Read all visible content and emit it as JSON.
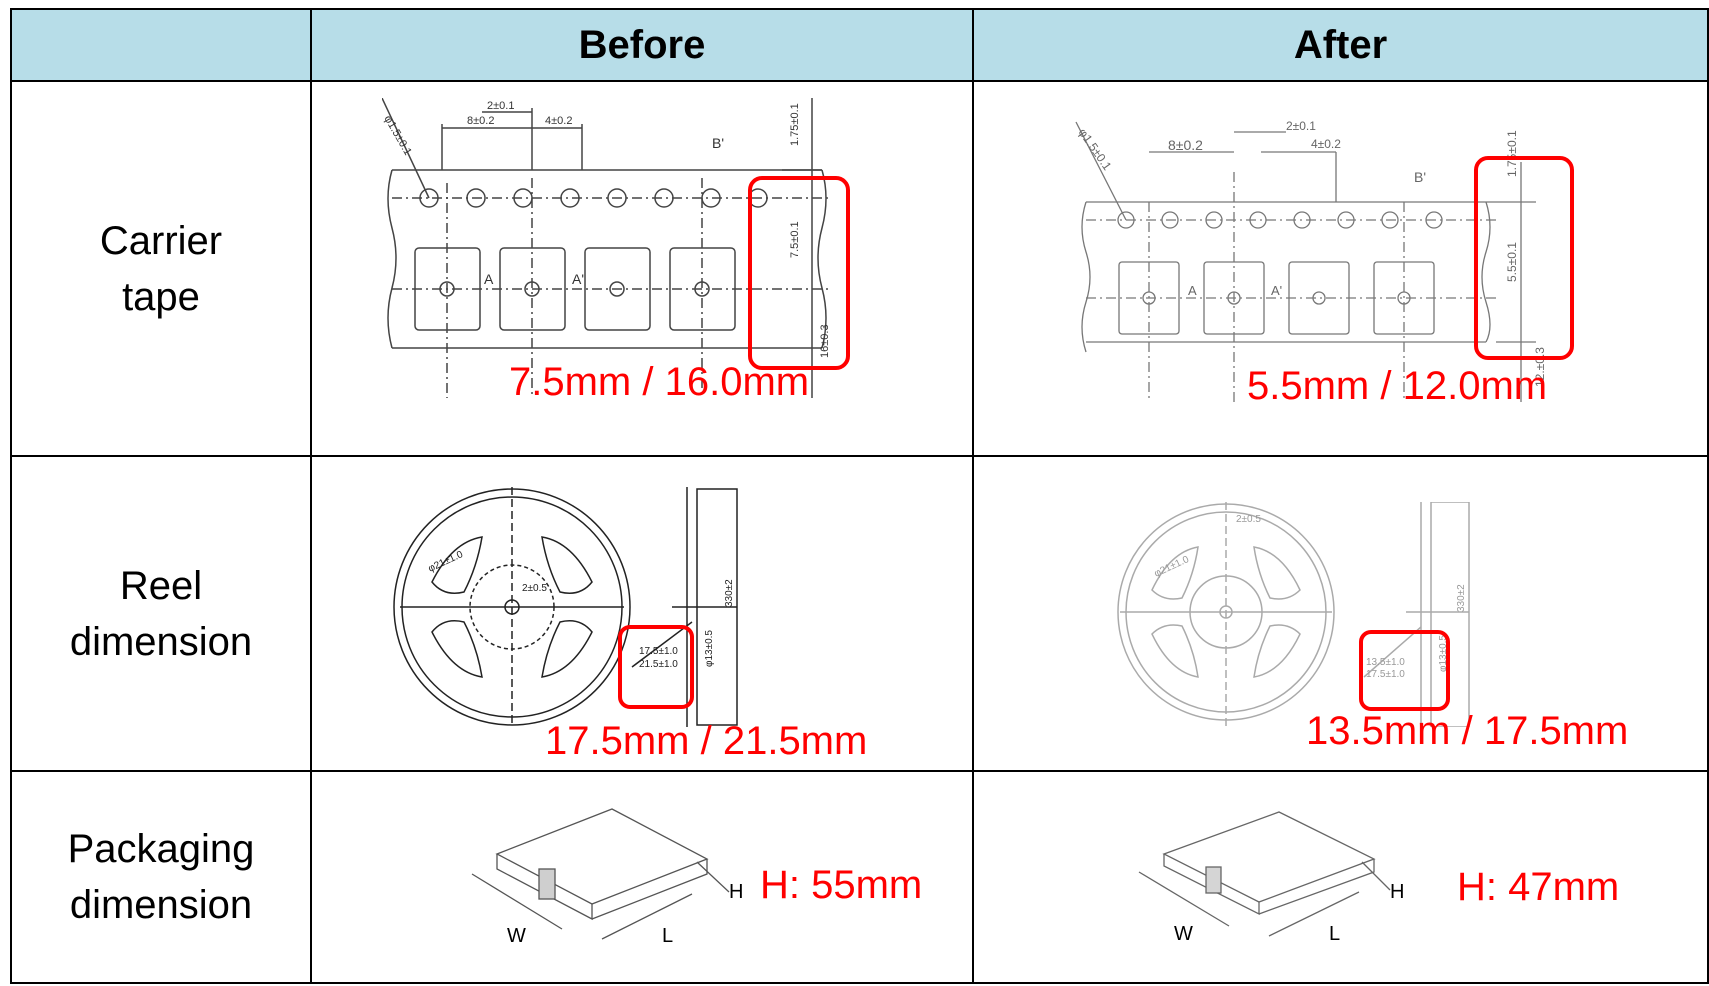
{
  "table": {
    "headers": [
      "",
      "Before",
      "After"
    ],
    "rows": [
      {
        "label_lines": [
          "Carrier",
          "tape"
        ],
        "before": {
          "caption": "7.5mm / 16.0mm",
          "marks": [
            "2±0.1",
            "8±0.2",
            "4±0.2",
            "B'",
            "A",
            "A'",
            "1.75±0.1",
            "7.5±0.1",
            "16±0.3",
            "φ1.5±0.1"
          ]
        },
        "after": {
          "caption": "5.5mm / 12.0mm",
          "marks": [
            "2±0.1",
            "8±0.2",
            "4±0.2",
            "B'",
            "A",
            "A'",
            "1.75±0.1",
            "5.5±0.1",
            "12.±0.3",
            "φ1.5±0.1"
          ]
        }
      },
      {
        "label_lines": [
          "Reel",
          "dimension"
        ],
        "before": {
          "caption": "17.5mm / 21.5mm",
          "marks": [
            "φ21±1.0",
            "2±0.5",
            "17.5±1.0",
            "21.5±1.0",
            "φ13±0.5",
            "330±2"
          ]
        },
        "after": {
          "caption": "13.5mm / 17.5mm",
          "marks": [
            "φ21±1.0",
            "2±0.5",
            "13.5±1.0",
            "17.5±1.0",
            "φ13±0.5",
            "330±2"
          ]
        }
      },
      {
        "label_lines": [
          "Packaging",
          "dimension"
        ],
        "before": {
          "caption": "H: 55mm",
          "marks": [
            "W",
            "L",
            "H"
          ]
        },
        "after": {
          "caption": "H: 47mm",
          "marks": [
            "W",
            "L",
            "H"
          ]
        }
      }
    ]
  },
  "colors": {
    "header_bg": "#b7dde8",
    "highlight": "#ff0000",
    "border": "#000000"
  }
}
